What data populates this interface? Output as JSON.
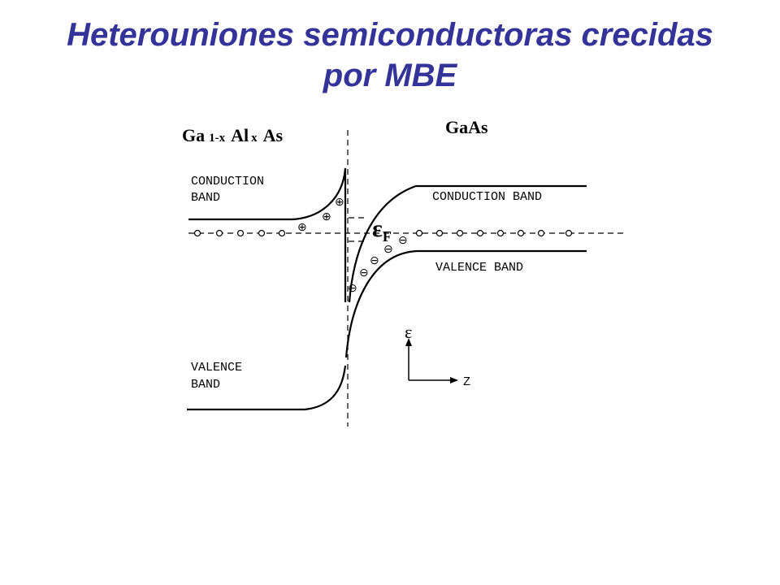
{
  "title": {
    "line1": "Heterouniones semiconductoras crecidas",
    "line2": "por MBE"
  },
  "diagram": {
    "left_material": {
      "base": "Ga",
      "sub1": "1-x",
      "mid": "Al",
      "sub2": "x",
      "end": "As"
    },
    "right_material": "GaAs",
    "left_conduction_label": [
      "CONDUCTION",
      "BAND"
    ],
    "left_valence_label": [
      "VALENCE",
      "BAND"
    ],
    "right_conduction_label": "CONDUCTION BAND",
    "right_valence_label": "VALENCE BAND",
    "fermi_symbol": "ε",
    "fermi_subscript": "F",
    "energy_axis_label": "ε",
    "position_axis_label": "Z",
    "positive_charge_symbol": "⊕",
    "negative_charge_symbol": "⊖"
  }
}
